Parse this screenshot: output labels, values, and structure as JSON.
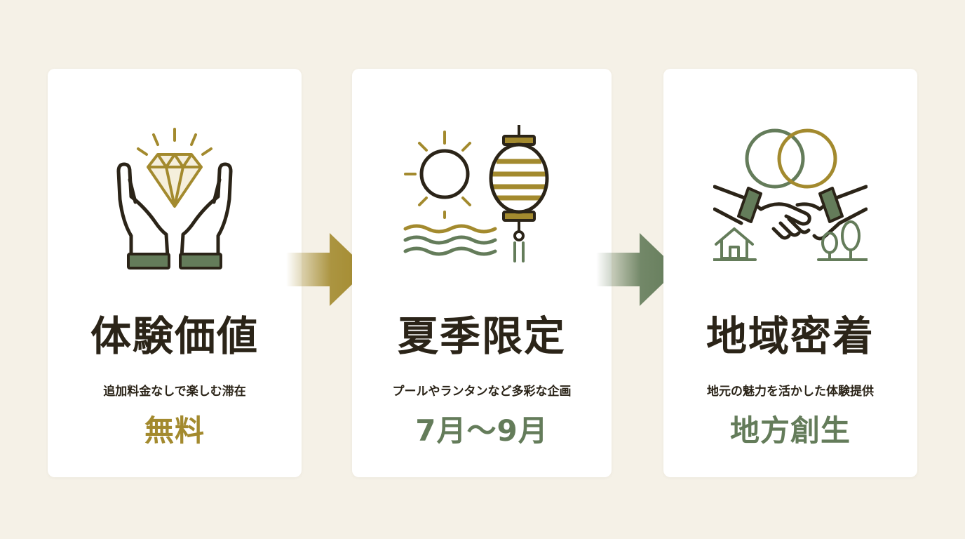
{
  "colors": {
    "background": "#f5f1e7",
    "card": "#ffffff",
    "gold": "#a38a2e",
    "sage": "#647c5a",
    "ink": "#2b2418"
  },
  "cards": [
    {
      "icon": "hands-diamond-icon",
      "title": "体験価値",
      "description": "追加料金なしで楽しむ滞在",
      "highlight": "無料"
    },
    {
      "icon": "sun-lantern-waves-icon",
      "title": "夏季限定",
      "description": "プールやランタンなど多彩な企画",
      "highlight": "7月～9月"
    },
    {
      "icon": "handshake-rings-icon",
      "title": "地域密着",
      "description": "地元の魅力を活かした体験提供",
      "highlight": "地方創生"
    }
  ],
  "arrows": [
    {
      "icon": "arrow-right-icon",
      "color": "#a38a2e"
    },
    {
      "icon": "arrow-right-icon",
      "color": "#647c5a"
    }
  ]
}
